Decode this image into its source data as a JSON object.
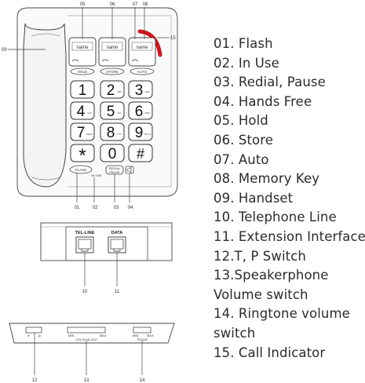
{
  "callouts": {
    "c01": "01",
    "c02": "02",
    "c03": "03",
    "c04": "04",
    "c05": "05",
    "c06": "06",
    "c07": "07",
    "c08": "08",
    "c09": "09",
    "c10": "10",
    "c11": "11",
    "c12": "12",
    "c13": "13",
    "c14": "14",
    "c15": "15"
  },
  "phone": {
    "memory_keys": [
      "name",
      "name",
      "name"
    ],
    "hold_label": "HOLD",
    "store_label": "STORE",
    "auto_label": "AUTO",
    "flash_label": "FLASH",
    "in_use_label": "IN USE",
    "redial_label_1": "REDIAL",
    "redial_label_2": "PAUSE",
    "keypad": {
      "k1": "1",
      "k2": "2",
      "k3": "3",
      "k4": "4",
      "k5": "5",
      "k6": "6",
      "k7": "7",
      "k8": "8",
      "k9": "9",
      "kstar": "*",
      "k0": "0",
      "khash": "#"
    },
    "keypad_sub": {
      "k2": "ABC",
      "k3": "DEF",
      "k4": "GHI",
      "k5": "JKL",
      "k6": "MNO",
      "k7": "PQRS",
      "k8": "TUV",
      "k9": "WXYZ"
    }
  },
  "ports": {
    "tel_line": "TEL-LINE",
    "data": "DATA"
  },
  "side_panel": {
    "t": "T",
    "p": "P",
    "vol_min": "MIN",
    "vol_max": "MAX",
    "vol_label": "VOL/VIVA-VOZ",
    "ring_min": "MIN",
    "ring_max": "MAX",
    "ring_label": "TOQUE"
  },
  "legend": [
    "01. Flash",
    "02. In Use",
    "03. Redial, Pause",
    "04. Hands Free",
    "05. Hold",
    "06. Store",
    "07. Auto",
    "08. Memory Key",
    "09. Handset",
    "10. Telephone Line",
    "11. Extension Interface",
    "12.T, P Switch",
    "13.Speakerphone",
    "Volume switch",
    "14. Ringtone volume",
    "switch",
    "15. Call Indicator"
  ],
  "colors": {
    "call_indicator": "#d0141c",
    "line": "#333333",
    "text": "#2b2b2b"
  }
}
